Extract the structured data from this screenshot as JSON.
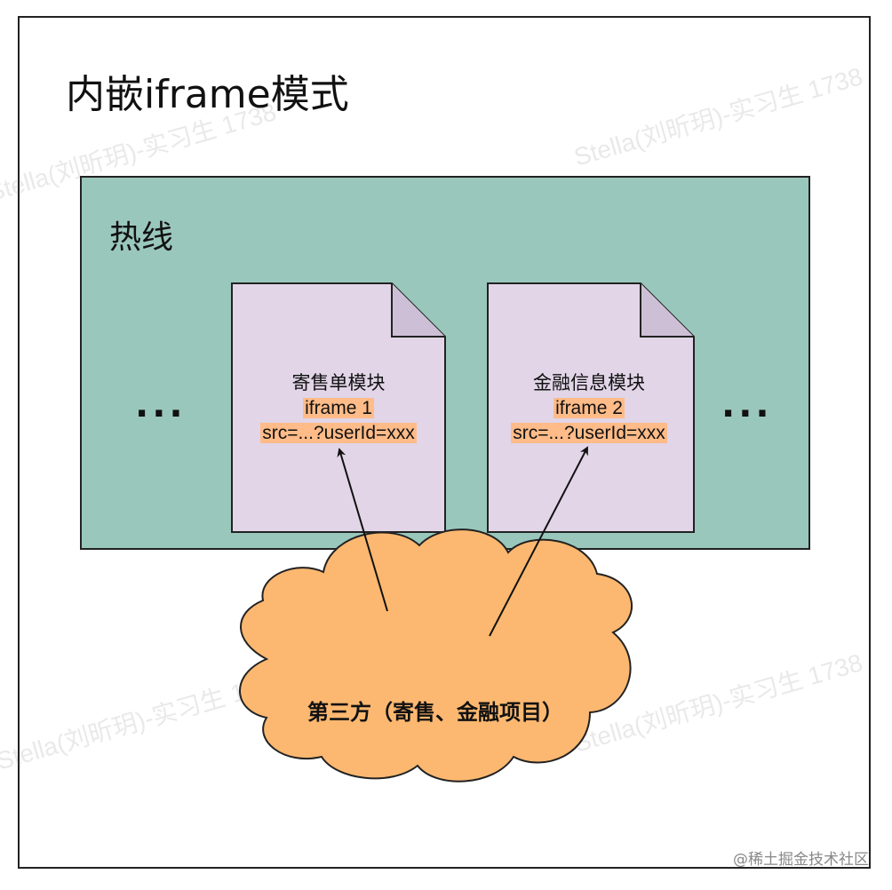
{
  "title": "内嵌iframe模式",
  "container": {
    "label": "热线"
  },
  "left_ellipsis": "...",
  "right_ellipsis": "...",
  "modules": [
    {
      "name": "寄售单模块",
      "frame": "iframe 1",
      "src": "src=...?userId=xxx"
    },
    {
      "name": "金融信息模块",
      "frame": "iframe 2",
      "src": "src=...?userId=xxx"
    }
  ],
  "cloud": {
    "label": "第三方（寄售、金融项目）"
  },
  "watermark": "Stella(刘昕玥)-实习生 1738",
  "footer": "@稀土掘金技术社区",
  "colors": {
    "container_fill": "#9ac7bc",
    "document_fill": "#e1d5e7",
    "highlight": "#ffbb88",
    "cloud_fill": "#fcb870"
  }
}
